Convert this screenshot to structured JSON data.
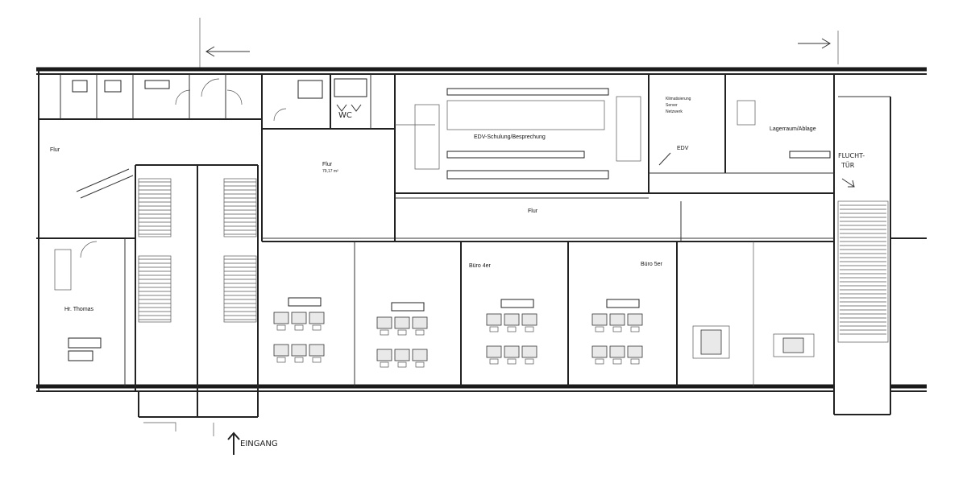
{
  "rooms": {
    "edv_schulung": {
      "name": "EDV-Schulung/Besprechung",
      "line1": "",
      "line2": ""
    },
    "edv": {
      "name": "EDV"
    },
    "lagerraum": {
      "name": "Lagerraum/Ablage"
    },
    "flur_main": {
      "name": "Flur",
      "area": "79,17 m²"
    },
    "flur_left": {
      "name": "Flur"
    },
    "flur_center": {
      "name": "Flur"
    },
    "hr_thomas": {
      "name": "Hr. Thomas"
    },
    "buero_4er": {
      "name": "Büro 4er"
    },
    "buero_5er": {
      "name": "Büro 5er"
    }
  },
  "annotations": {
    "wc": "WC",
    "flucht_tuer_1": "FLUCHT-",
    "flucht_tuer_2": "TÜR",
    "eingang": "EINGANG",
    "server_list": [
      "Klimatisierung",
      "Server",
      "Netzwerk"
    ]
  },
  "arrows": {
    "left": "←",
    "right": "→"
  }
}
